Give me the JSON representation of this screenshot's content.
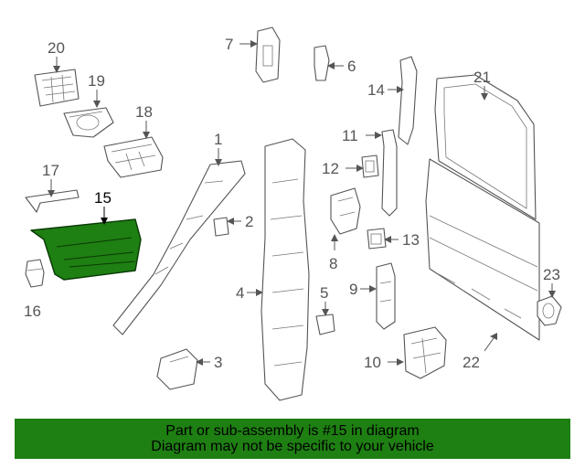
{
  "diagram": {
    "highlighted_part": "15",
    "highlight_color": "#1e7f12",
    "callouts": {
      "c1": "1",
      "c2": "2",
      "c3": "3",
      "c4": "4",
      "c5": "5",
      "c6": "6",
      "c7": "7",
      "c8": "8",
      "c9": "9",
      "c10": "10",
      "c11": "11",
      "c12": "12",
      "c13": "13",
      "c14": "14",
      "c15": "15",
      "c16": "16",
      "c17": "17",
      "c18": "18",
      "c19": "19",
      "c20": "20",
      "c21": "21",
      "c22": "22",
      "c23": "23"
    }
  },
  "banner": {
    "line1": "Part or sub-assembly is #15 in diagram",
    "line2": "Diagram may not be specific to your vehicle",
    "background": "#1e7f12"
  }
}
